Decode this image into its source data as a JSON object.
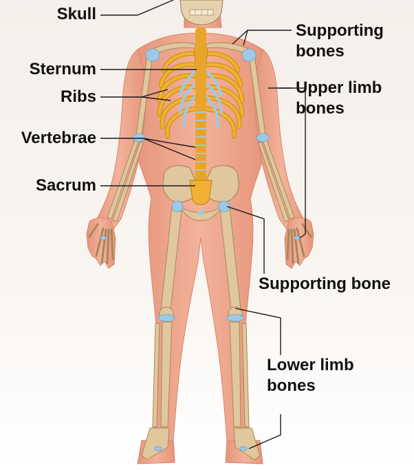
{
  "labels": {
    "skull": "Skull",
    "sternum": "Sternum",
    "ribs": "Ribs",
    "vertebrae": "Vertebrae",
    "sacrum": "Sacrum",
    "supporting_bones": [
      "Supporting",
      "bones"
    ],
    "upper_limb_bones": [
      "Upper limb",
      "bones"
    ],
    "supporting_bone": "Supporting bone",
    "lower_limb_bones": [
      "Lower limb",
      "bones"
    ]
  },
  "colors": {
    "background_top": "#f6f2ee",
    "background_bottom": "#ffffff",
    "skin": "#eea58b",
    "skin_shadow": "#de8a70",
    "bone": "#dcc39a",
    "bone_shadow": "#b9996a",
    "axial_bone": "#f2b134",
    "axial_shadow": "#d18d17",
    "cartilage": "#9ec9e6",
    "leader_line": "#1a1a1a"
  }
}
